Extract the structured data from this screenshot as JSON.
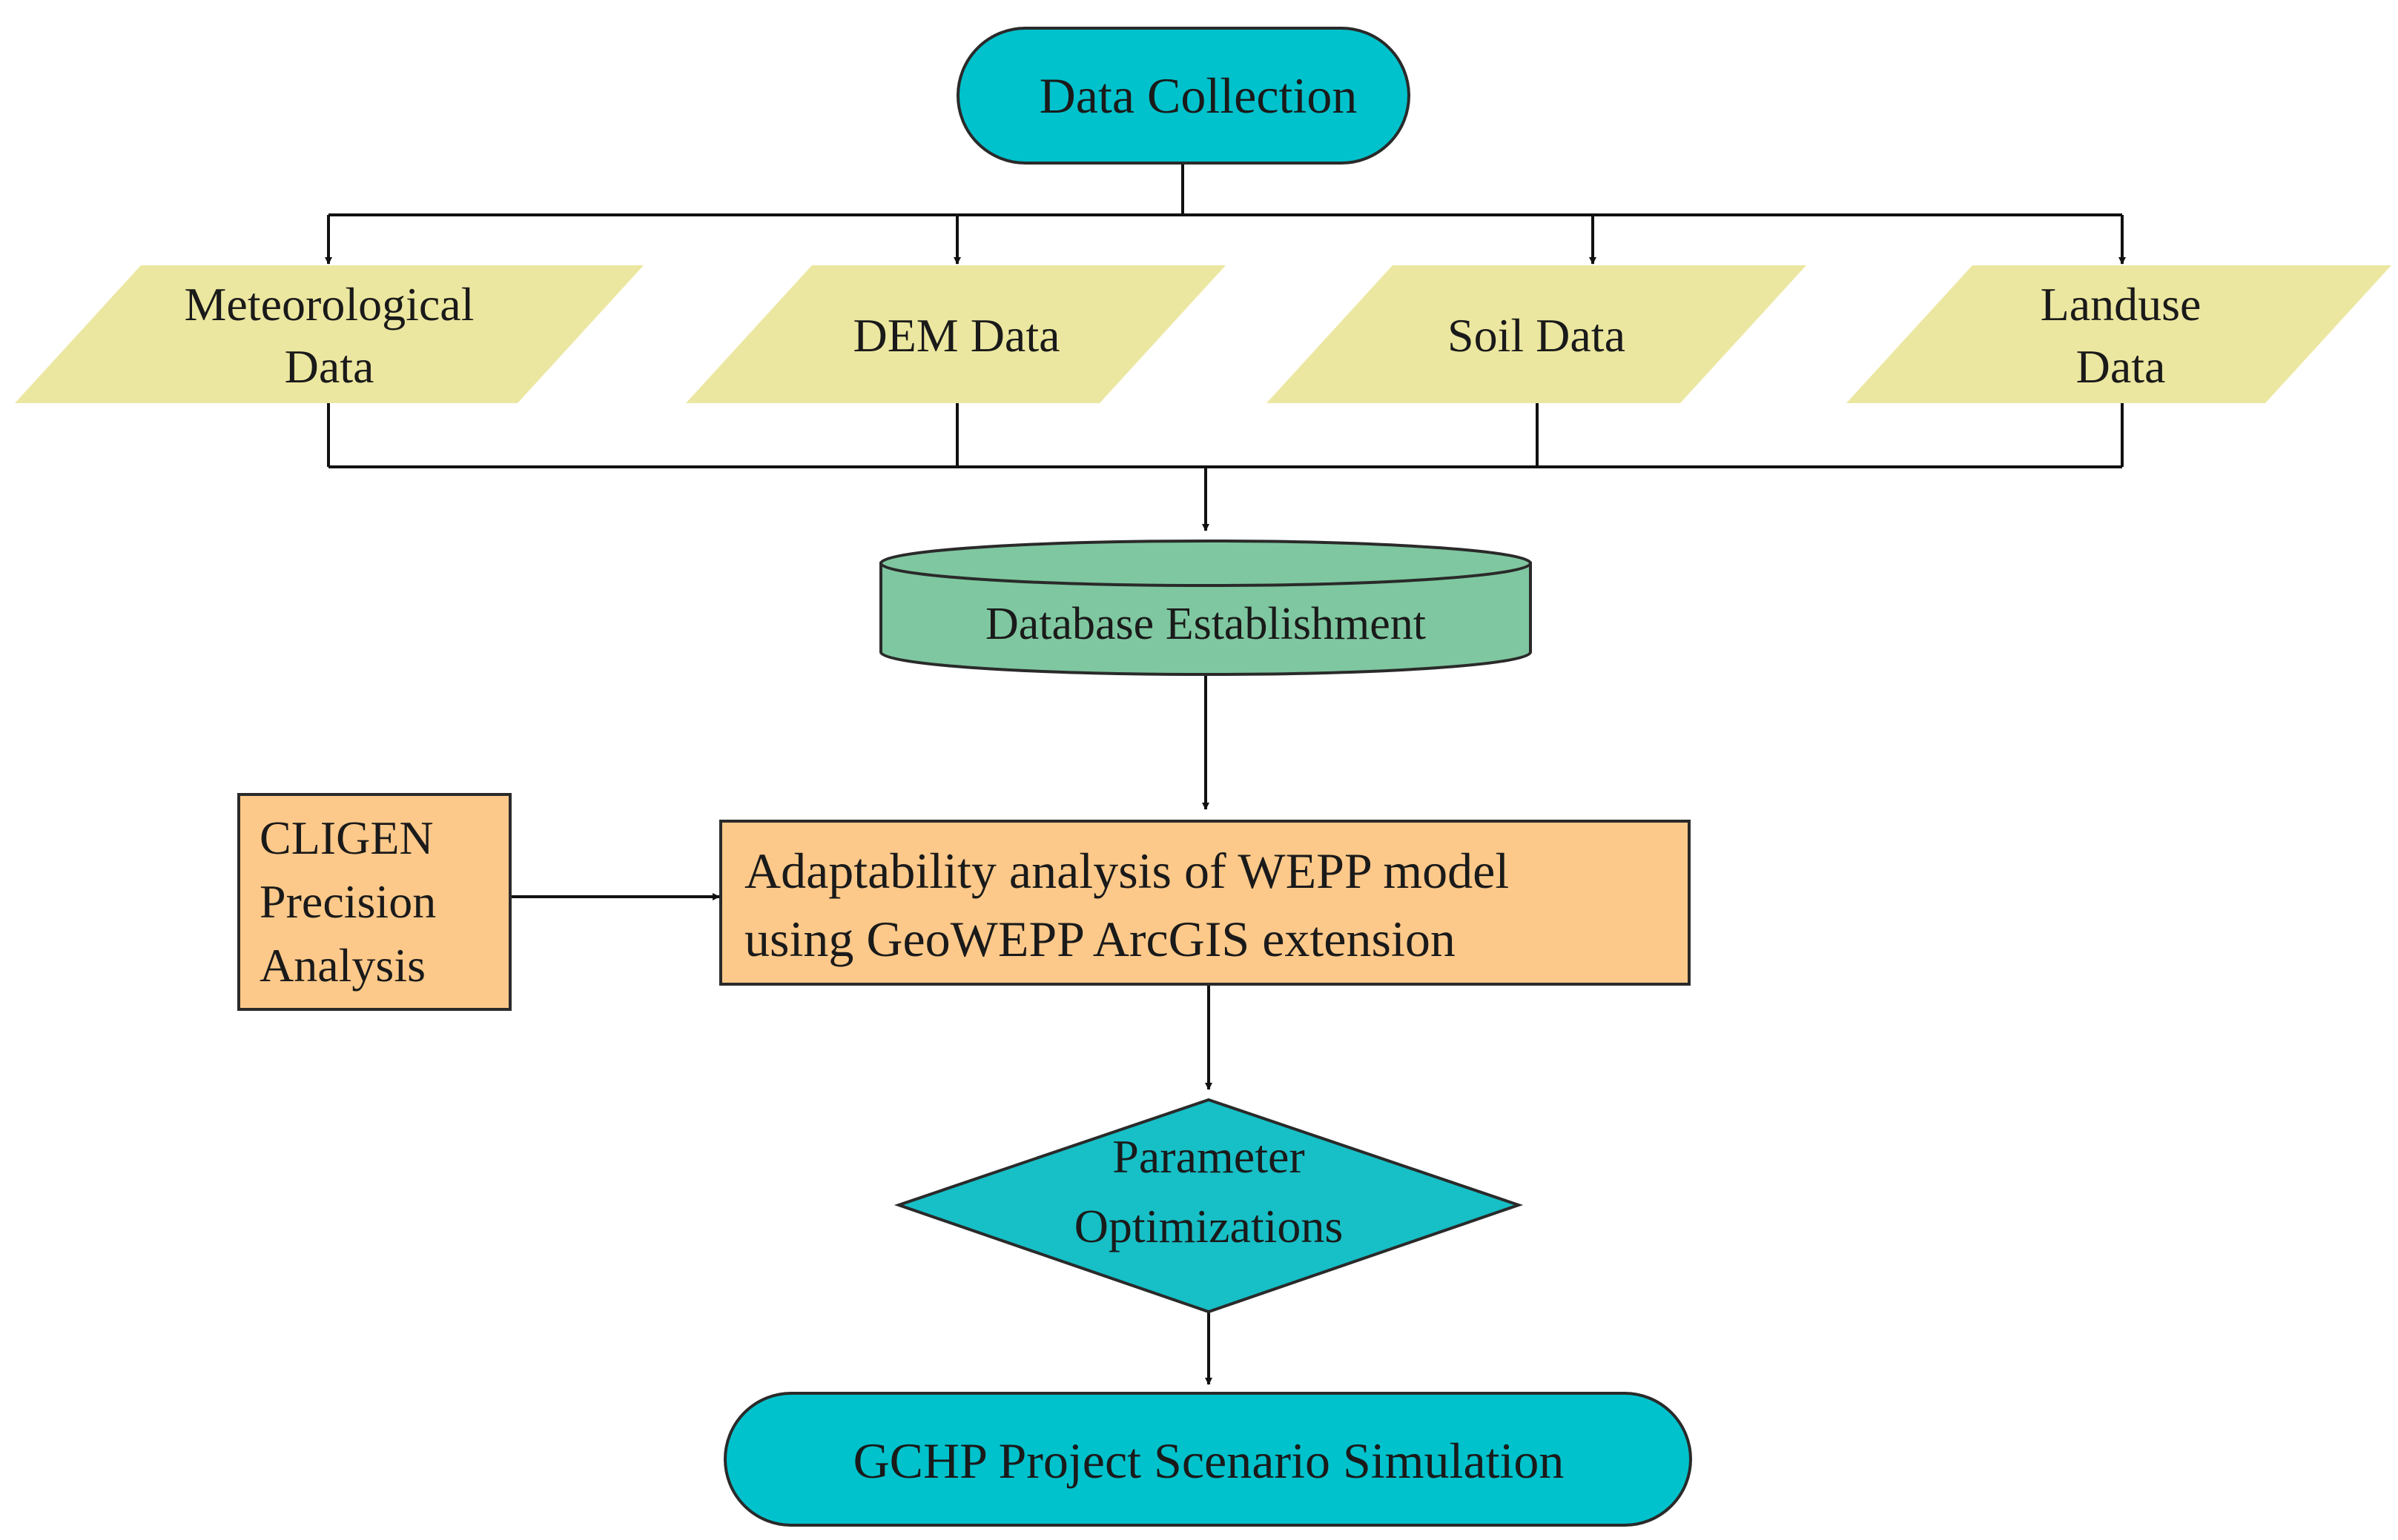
{
  "diagram": {
    "nodes": {
      "data_collection": {
        "label": "Data Collection",
        "color": "#00c2cc"
      },
      "meteorological": {
        "line1": "Meteorological",
        "line2": "Data",
        "color": "#ece7a0"
      },
      "dem": {
        "label": "DEM Data",
        "color": "#ece7a0"
      },
      "soil": {
        "label": "Soil Data",
        "color": "#ece7a0"
      },
      "landuse": {
        "line1": "Landuse",
        "line2": "Data",
        "color": "#ece7a0"
      },
      "database": {
        "label": "Database Establishment",
        "color": "#7fc7a0"
      },
      "cligen": {
        "line1": "CLIGEN",
        "line2": "Precision",
        "line3": "Analysis",
        "color": "#fdc98a"
      },
      "adaptability": {
        "line1": "Adaptability analysis of WEPP model",
        "line2": "using GeoWEPP ArcGIS extension",
        "color": "#fdc98a"
      },
      "parameter": {
        "line1": "Parameter",
        "line2": "Optimizations",
        "color": "#17bfc6"
      },
      "gchp": {
        "label": "GCHP Project Scenario Simulation",
        "color": "#00c2cc"
      }
    }
  }
}
